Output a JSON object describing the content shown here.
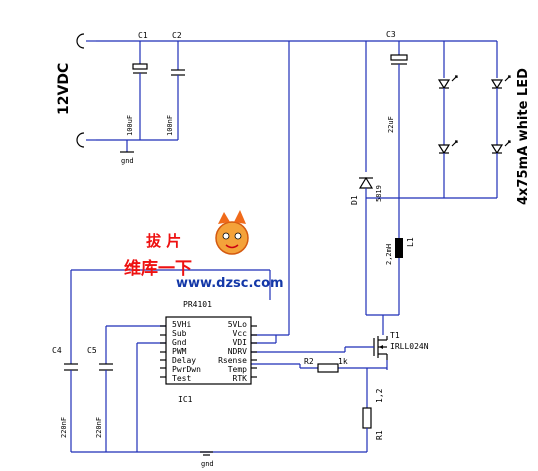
{
  "supply": {
    "voltage": "12VDC"
  },
  "capacitors": {
    "c1": {
      "ref": "C1",
      "value": "100uF"
    },
    "c2": {
      "ref": "C2",
      "value": "100nF"
    },
    "c3": {
      "ref": "C3",
      "value": "22uF"
    },
    "c4": {
      "ref": "C4",
      "value": "220nF"
    },
    "c5": {
      "ref": "C5",
      "value": "220nF"
    }
  },
  "diode": {
    "ref": "D1",
    "value": "5819"
  },
  "inductor": {
    "ref": "L1",
    "value": "2,2mH"
  },
  "transistor": {
    "ref": "T1",
    "value": "IRLL024N"
  },
  "resistors": {
    "r1": {
      "ref": "R1",
      "value": "1,2"
    },
    "r2": {
      "ref": "R2",
      "value": "1k"
    }
  },
  "ic": {
    "part": "PR4101",
    "ref": "IC1",
    "left_pins": [
      "5VHi",
      "Sub",
      "Gnd",
      "PWM",
      "Delay",
      "PwrDwn",
      "Test"
    ],
    "right_pins": [
      "5VLo",
      "Vcc",
      "VDI",
      "NDRV",
      "Rsense",
      "Temp",
      "RTK"
    ]
  },
  "led_label": "4x75mA white LED",
  "ground_label": "gnd",
  "watermark": {
    "brand": "维库一下",
    "url": "www.dzsc.com",
    "top_text": "拔 片"
  },
  "colors": {
    "wire": "#1f2fb8",
    "component": "#000000"
  }
}
